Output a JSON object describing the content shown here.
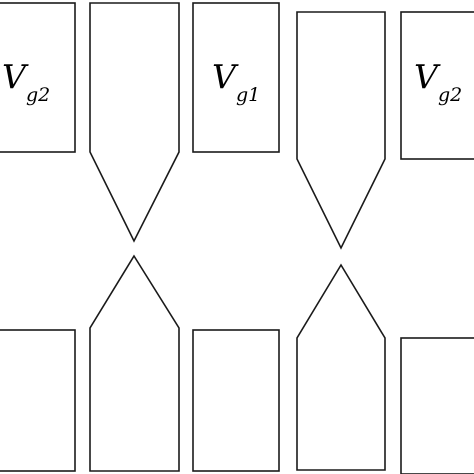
{
  "gates": [
    {
      "name": "V",
      "subscript": "g2"
    },
    {
      "name": "V",
      "subscript": "g1"
    },
    {
      "name": "V",
      "subscript": "g2"
    }
  ],
  "colors": {
    "stroke": "#1a1a1a",
    "fill": "#ffffff",
    "text": "#000000"
  }
}
